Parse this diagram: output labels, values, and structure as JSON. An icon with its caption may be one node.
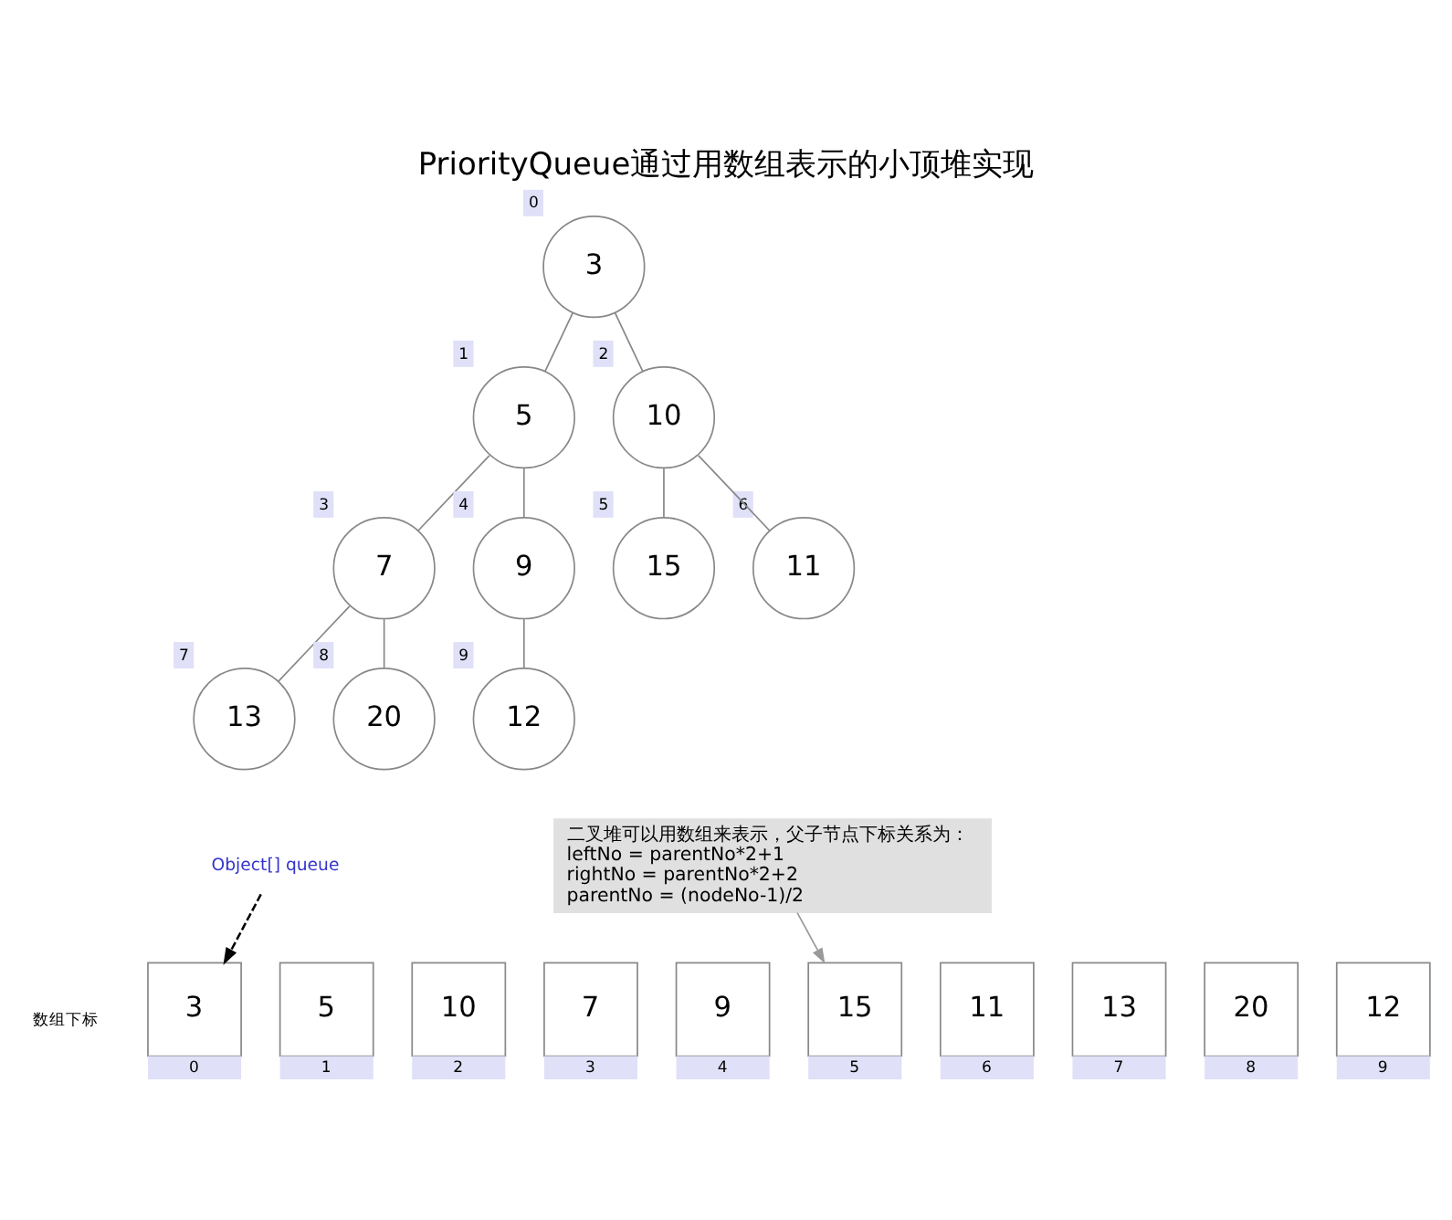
{
  "diagram": {
    "title": "PriorityQueue通过用数组表示的小顶堆实现",
    "nodes": [
      {
        "text": [
          "3"
        ],
        "beside": [
          "0"
        ]
      },
      {
        "text": [
          "5"
        ],
        "beside": [
          "1"
        ]
      },
      {
        "text": [
          "10"
        ],
        "beside": [
          "2"
        ]
      },
      {
        "text": [
          "7"
        ],
        "beside": [
          "3"
        ]
      },
      {
        "text": [
          "9"
        ],
        "beside": [
          "4"
        ]
      },
      {
        "text": [
          "15"
        ],
        "beside": [
          "5"
        ]
      },
      {
        "text": [
          "11"
        ],
        "beside": [
          "6"
        ]
      },
      {
        "text": [
          "13"
        ],
        "beside": [
          "7"
        ]
      },
      {
        "text": [
          "20"
        ],
        "beside": [
          "8"
        ]
      },
      {
        "text": [
          "12"
        ],
        "beside": [
          "9"
        ]
      },
      {
        "text": [
          "Object[] queue"
        ]
      },
      {
        "text": [
          "3"
        ],
        "beside": [
          "0"
        ]
      },
      {
        "text": [
          "5"
        ],
        "beside": [
          "1"
        ]
      },
      {
        "text": [
          "10"
        ],
        "beside": [
          "2"
        ]
      },
      {
        "text": [
          "7"
        ],
        "beside": [
          "3"
        ]
      },
      {
        "text": [
          "9"
        ],
        "beside": [
          "4"
        ]
      },
      {
        "text": [
          "15"
        ],
        "beside": [
          "5"
        ]
      },
      {
        "text": [
          "11"
        ],
        "beside": [
          "6"
        ]
      },
      {
        "text": [
          "13"
        ],
        "beside": [
          "7"
        ]
      },
      {
        "text": [
          "20"
        ],
        "beside": [
          "8"
        ]
      },
      {
        "text": [
          "12"
        ],
        "beside": [
          "9"
        ]
      },
      {
        "text": [
          "二叉堆可以用数组来表示，父子节点下标关系为：",
          "leftNo = parentNo*2+1",
          "rightNo = parentNo*2+2",
          "parentNo = (nodeNo-1)/2"
        ]
      }
    ],
    "edges": [
      {
        "from": 0,
        "to": 1,
        "arrow": "none"
      },
      {
        "from": 0,
        "to": 2,
        "arrow": "none"
      },
      {
        "from": 1,
        "to": 3,
        "arrow": "none"
      },
      {
        "from": 1,
        "to": 4,
        "arrow": "none"
      },
      {
        "from": 2,
        "to": 5,
        "arrow": "none"
      },
      {
        "from": 2,
        "to": 6,
        "arrow": "none"
      },
      {
        "from": 3,
        "to": 7,
        "arrow": "none"
      },
      {
        "from": 3,
        "to": 8,
        "arrow": "none"
      },
      {
        "from": 4,
        "to": 9,
        "arrow": "none"
      },
      {
        "from": 10,
        "to": 11,
        "arrow": "to",
        "style": "dashed",
        "color": "#000000"
      },
      {
        "from": 21,
        "to": 16,
        "arrow": "to",
        "color": "#999999"
      }
    ],
    "labels": [
      "数组下标"
    ]
  }
}
